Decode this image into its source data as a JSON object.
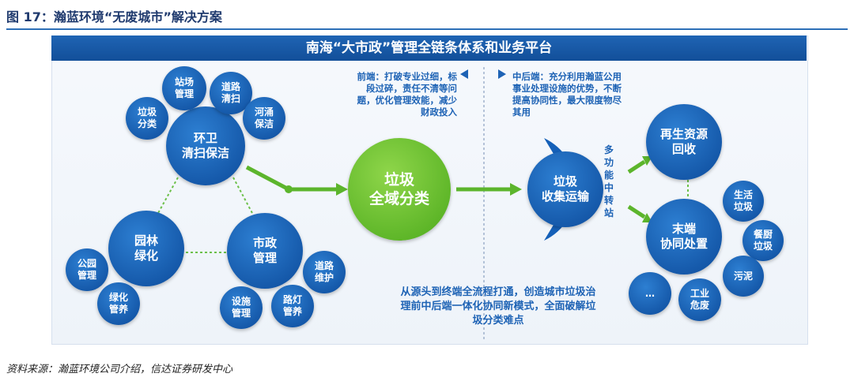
{
  "figure_title": "图 17：瀚蓝环境“无废城市”解决方案",
  "header": "南海“大市政”管理全链条体系和业务平台",
  "front_note": "前端：打破专业过细，标段过碎，责任不清等问题，优化管理效能，减少财政投入",
  "back_note": "中后端：充分利用瀚蓝公用事业处理设施的优势，不断提高协同性，最大限度物尽其用",
  "bottom_note": "从源头到终端全流程打通，创造城市垃圾治理前中后端一体化协同新模式，全面破解垃圾分类难点",
  "nodes": {
    "sanitation": "环卫\n清扫保洁",
    "station": "站场\n管理",
    "road_clean": "道路\n清扫",
    "sorting": "垃圾\n分类",
    "river": "河涌\n保洁",
    "garden": "园林\n绿化",
    "municipal": "市政\n管理",
    "park": "公园\n管理",
    "greening": "绿化\n管养",
    "road_maint": "道路\n维护",
    "facility": "设施\n管理",
    "lamp": "路灯\n管养",
    "global_sort": "垃圾\n全域分类",
    "collect": "垃圾\n收集运输",
    "transfer": "多\n功\n能\n中\n转\n站",
    "recycle": "再生资源\n回收",
    "terminal": "末端\n协同处置",
    "domestic": "生活\n垃圾",
    "kitchen": "餐厨\n垃圾",
    "sludge": "污泥",
    "hazard": "工业\n危废",
    "more": "…"
  },
  "source": "资料来源：瀚蓝环境公司介绍，信达证券研发中心"
}
